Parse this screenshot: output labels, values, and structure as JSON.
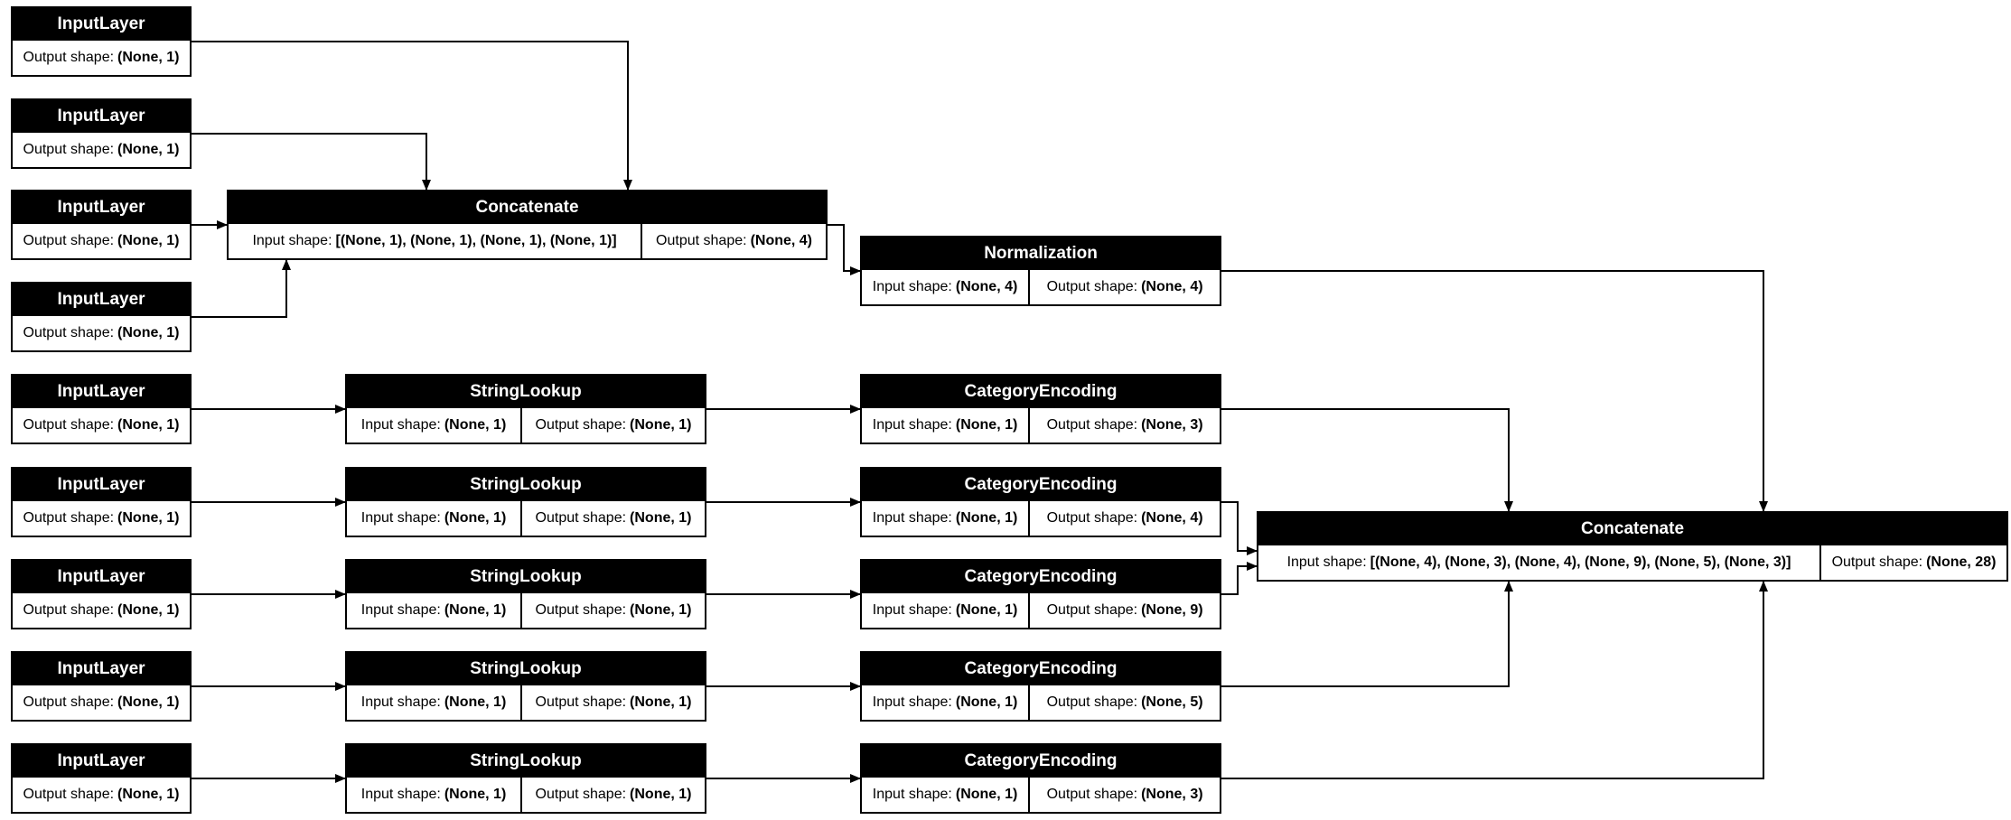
{
  "diagram_title": "Keras functional model plot",
  "labels": {
    "input": "Input shape:",
    "output": "Output shape:"
  },
  "colors": {
    "node_header_bg": "#000000",
    "node_header_text": "#ffffff",
    "node_body_bg": "#ffffff",
    "edge": "#000000"
  },
  "nodes": [
    {
      "title": "InputLayer",
      "output": "(None, 1)"
    },
    {
      "title": "InputLayer",
      "output": "(None, 1)"
    },
    {
      "title": "InputLayer",
      "output": "(None, 1)"
    },
    {
      "title": "InputLayer",
      "output": "(None, 1)"
    },
    {
      "title": "Concatenate",
      "input": "[(None, 1), (None, 1), (None, 1), (None, 1)]",
      "output": "(None, 4)"
    },
    {
      "title": "Normalization",
      "input": "(None, 4)",
      "output": "(None, 4)"
    },
    {
      "title": "InputLayer",
      "output": "(None, 1)"
    },
    {
      "title": "StringLookup",
      "input": "(None, 1)",
      "output": "(None, 1)"
    },
    {
      "title": "CategoryEncoding",
      "input": "(None, 1)",
      "output": "(None, 3)"
    },
    {
      "title": "InputLayer",
      "output": "(None, 1)"
    },
    {
      "title": "StringLookup",
      "input": "(None, 1)",
      "output": "(None, 1)"
    },
    {
      "title": "CategoryEncoding",
      "input": "(None, 1)",
      "output": "(None, 4)"
    },
    {
      "title": "InputLayer",
      "output": "(None, 1)"
    },
    {
      "title": "StringLookup",
      "input": "(None, 1)",
      "output": "(None, 1)"
    },
    {
      "title": "CategoryEncoding",
      "input": "(None, 1)",
      "output": "(None, 9)"
    },
    {
      "title": "InputLayer",
      "output": "(None, 1)"
    },
    {
      "title": "StringLookup",
      "input": "(None, 1)",
      "output": "(None, 1)"
    },
    {
      "title": "CategoryEncoding",
      "input": "(None, 1)",
      "output": "(None, 5)"
    },
    {
      "title": "InputLayer",
      "output": "(None, 1)"
    },
    {
      "title": "StringLookup",
      "input": "(None, 1)",
      "output": "(None, 1)"
    },
    {
      "title": "CategoryEncoding",
      "input": "(None, 1)",
      "output": "(None, 3)"
    },
    {
      "title": "Concatenate",
      "input": "[(None, 4), (None, 3), (None, 4), (None, 9), (None, 5), (None, 3)]",
      "output": "(None, 28)"
    }
  ],
  "edges": [
    {
      "from": 0,
      "to": 4
    },
    {
      "from": 1,
      "to": 4
    },
    {
      "from": 2,
      "to": 4
    },
    {
      "from": 3,
      "to": 4
    },
    {
      "from": 4,
      "to": 5
    },
    {
      "from": 5,
      "to": 21
    },
    {
      "from": 6,
      "to": 7
    },
    {
      "from": 7,
      "to": 8
    },
    {
      "from": 8,
      "to": 21
    },
    {
      "from": 9,
      "to": 10
    },
    {
      "from": 10,
      "to": 11
    },
    {
      "from": 11,
      "to": 21
    },
    {
      "from": 12,
      "to": 13
    },
    {
      "from": 13,
      "to": 14
    },
    {
      "from": 14,
      "to": 21
    },
    {
      "from": 15,
      "to": 16
    },
    {
      "from": 16,
      "to": 17
    },
    {
      "from": 17,
      "to": 21
    },
    {
      "from": 18,
      "to": 19
    },
    {
      "from": 19,
      "to": 20
    },
    {
      "from": 20,
      "to": 21
    }
  ]
}
